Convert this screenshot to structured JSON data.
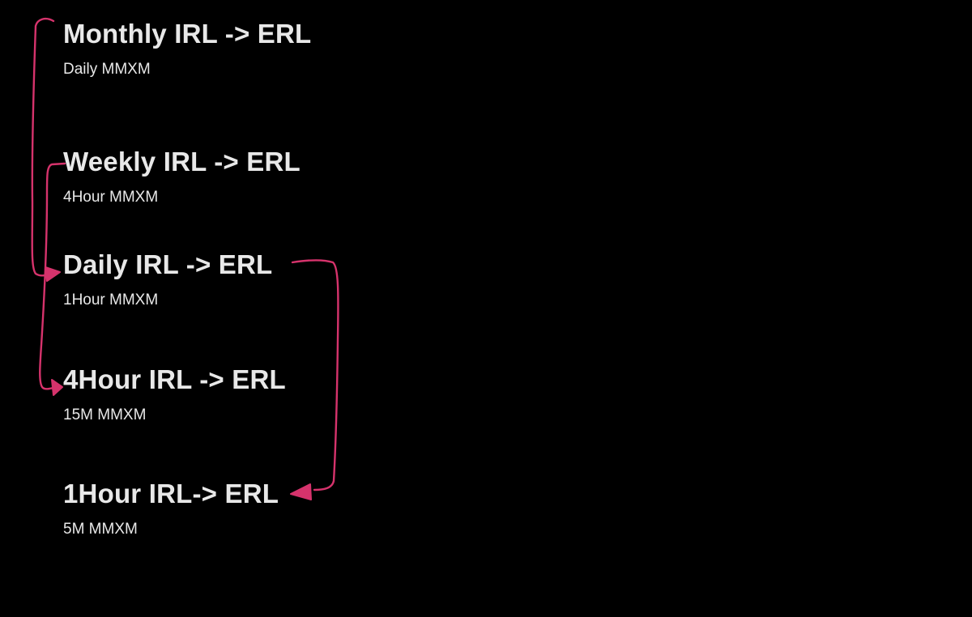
{
  "entries": [
    {
      "title": "Monthly IRL -> ERL",
      "subtitle": "Daily MMXM"
    },
    {
      "title": "Weekly IRL -> ERL",
      "subtitle": "4Hour MMXM"
    },
    {
      "title": "Daily IRL -> ERL",
      "subtitle": "1Hour MMXM"
    },
    {
      "title": "4Hour IRL -> ERL",
      "subtitle": "15M MMXM"
    },
    {
      "title": "1Hour IRL-> ERL",
      "subtitle": "5M MMXM"
    }
  ],
  "arrow_color": "#d6336c",
  "background_color": "#000000",
  "text_color": "#e8e8e8"
}
